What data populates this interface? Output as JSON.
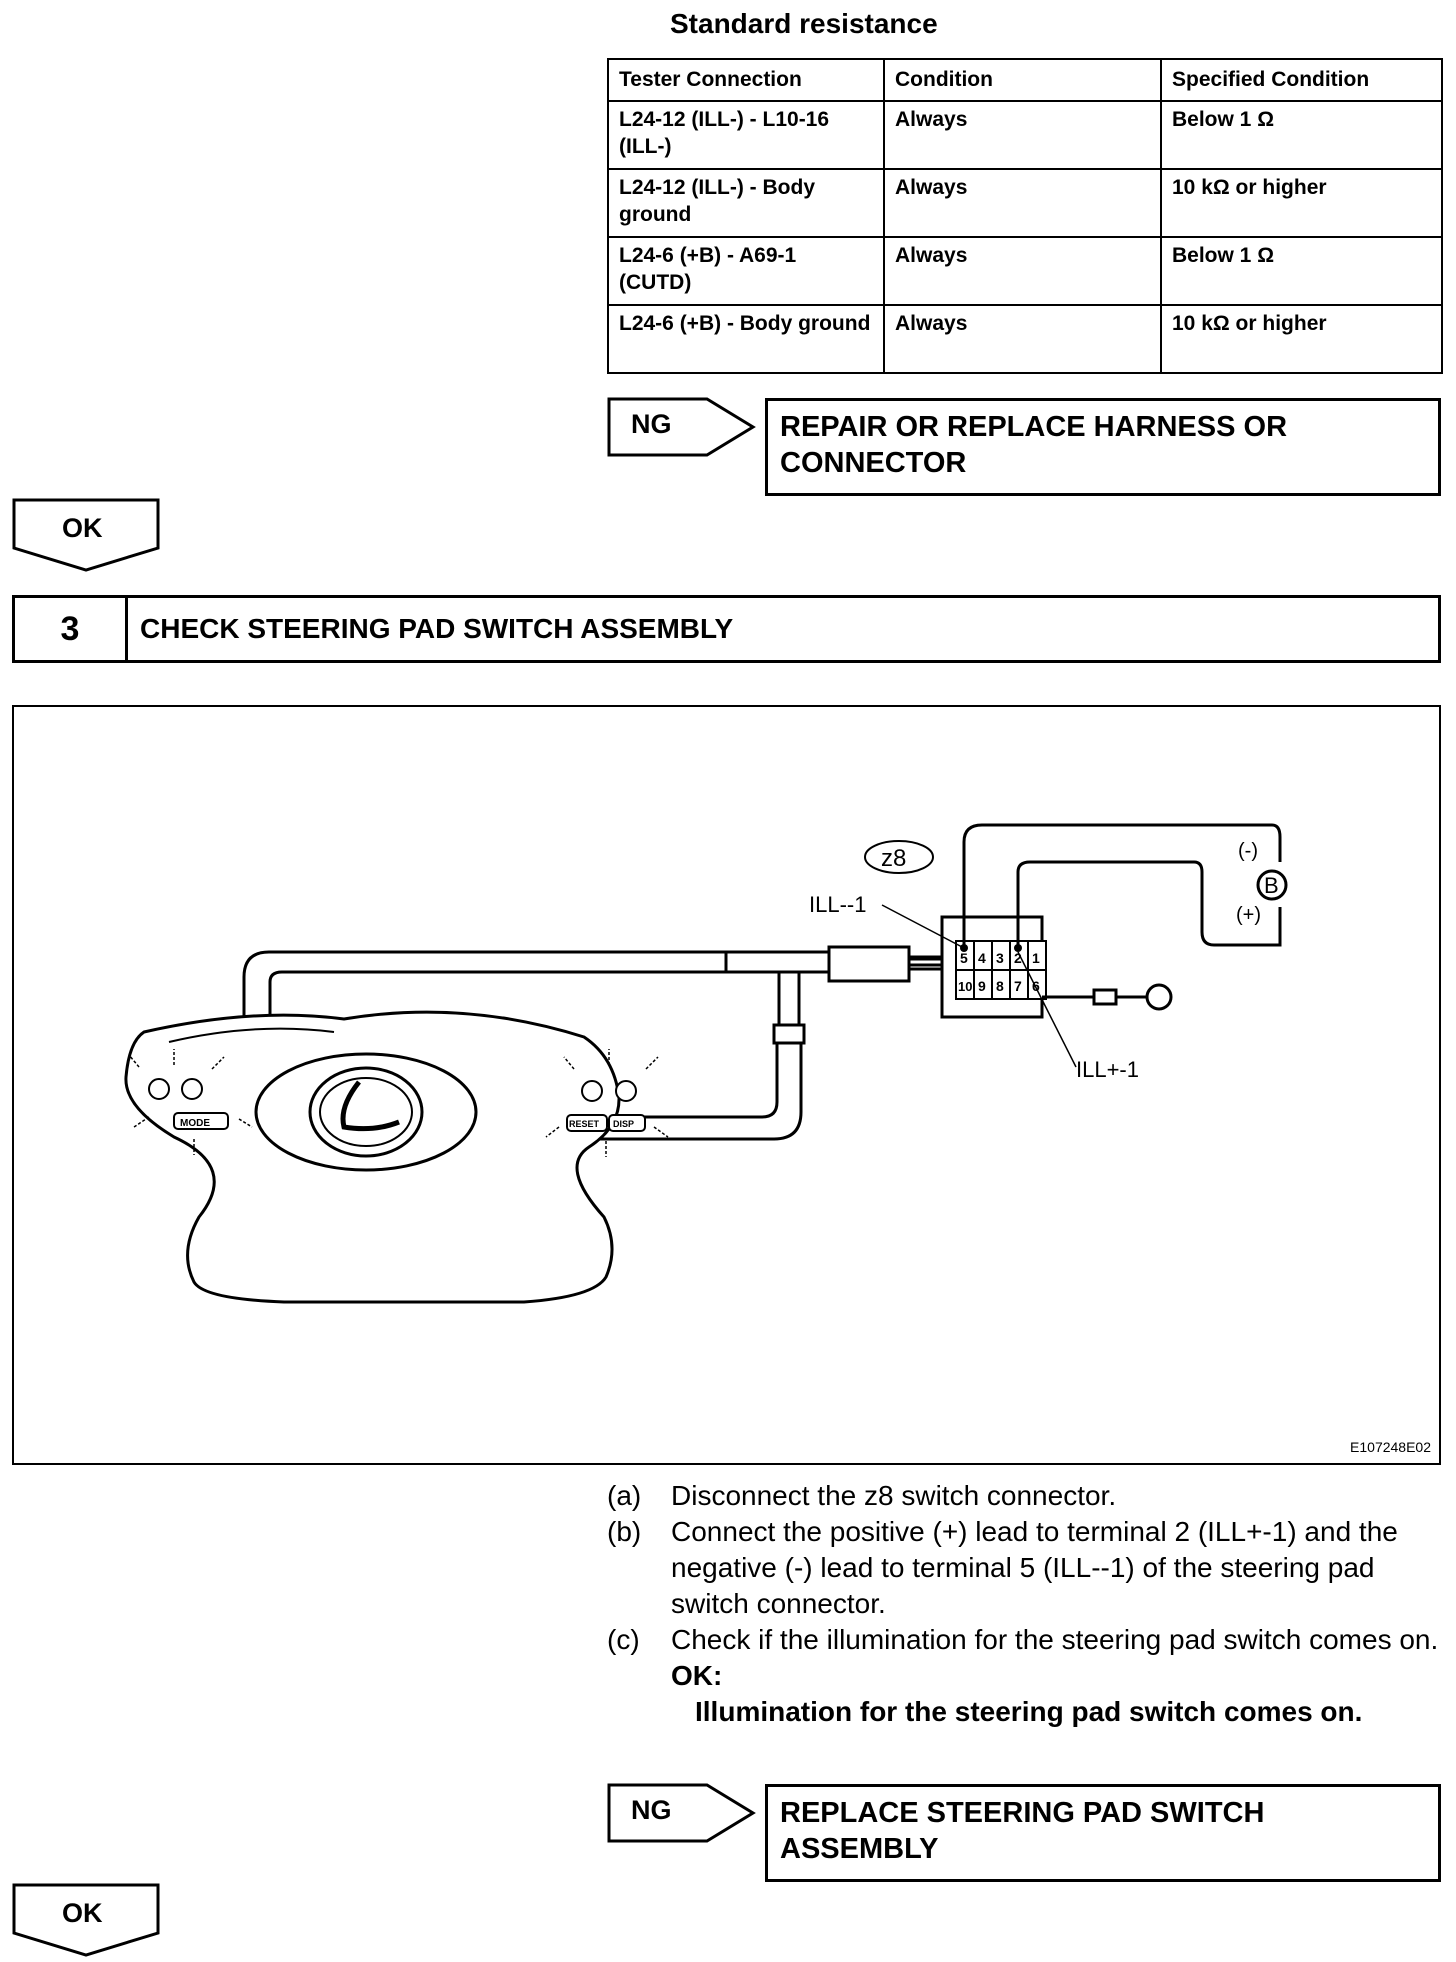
{
  "standard_resistance": {
    "heading": "Standard resistance",
    "columns": [
      "Tester Connection",
      "Condition",
      "Specified Condition"
    ],
    "rows": [
      [
        "L24-12 (ILL-) - L10-16 (ILL-)",
        "Always",
        "Below 1 Ω"
      ],
      [
        "L24-12 (ILL-) - Body ground",
        "Always",
        "10 kΩ or higher"
      ],
      [
        "L24-6 (+B) - A69-1 (CUTD)",
        "Always",
        "Below 1 Ω"
      ],
      [
        "L24-6 (+B) - Body ground",
        "Always",
        "10 kΩ or higher"
      ]
    ]
  },
  "ng1": {
    "label": "NG",
    "result": "REPAIR OR REPLACE HARNESS OR CONNECTOR"
  },
  "ok1": {
    "label": "OK"
  },
  "step3": {
    "number": "3",
    "title": "CHECK STEERING PAD SWITCH ASSEMBLY"
  },
  "figure": {
    "connector_label": "z8",
    "ill_minus": "ILL--1",
    "ill_plus": "ILL+-1",
    "battery": "B",
    "neg": "(-)",
    "pos": "(+)",
    "terminals_top": [
      "5",
      "4",
      "3",
      "2",
      "1"
    ],
    "terminals_bottom": [
      "10",
      "9",
      "8",
      "7",
      "6"
    ],
    "btn_mode": "MODE",
    "btn_reset": "RESET",
    "btn_disp": "DISP",
    "figure_id": "E107248E02"
  },
  "instructions": {
    "a": {
      "mark": "(a)",
      "text": "Disconnect the z8 switch connector."
    },
    "b": {
      "mark": "(b)",
      "text": "Connect the positive (+) lead to terminal 2 (ILL+-1) and the negative (-) lead to terminal 5 (ILL--1) of the steering pad switch connector."
    },
    "c": {
      "mark": "(c)",
      "text": "Check if the illumination for the steering pad switch comes on."
    },
    "ok_title": "OK:",
    "ok_desc": "Illumination for the steering pad switch comes on."
  },
  "ng2": {
    "label": "NG",
    "result": "REPLACE STEERING PAD SWITCH ASSEMBLY"
  },
  "ok2": {
    "label": "OK"
  }
}
